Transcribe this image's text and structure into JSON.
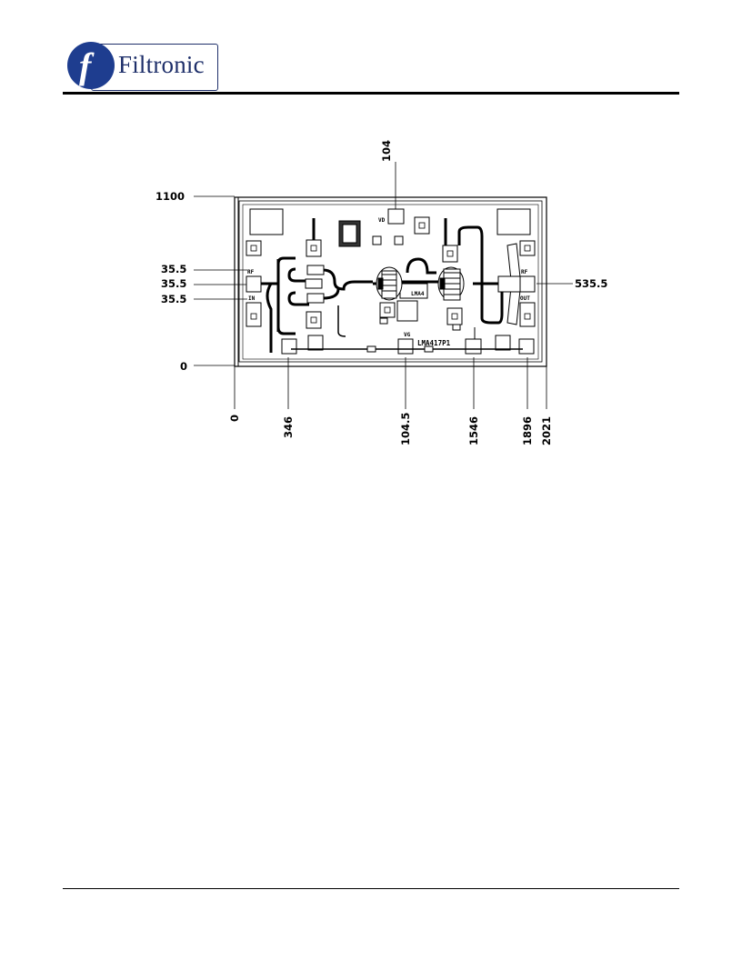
{
  "header": {
    "logo_mark": "f",
    "company": "Filtronic"
  },
  "dimensions": {
    "top_104": "104",
    "left_1100": "1100",
    "left_35_5_a": "35.5",
    "left_35_5_b": "35.5",
    "left_35_5_c": "35.5",
    "left_0": "0",
    "right_535_5": "535.5",
    "bottom_0": "0",
    "bottom_346": "346",
    "bottom_104_5": "104.5",
    "bottom_1546": "1546",
    "bottom_1896": "1896",
    "bottom_2021": "2021"
  },
  "chip_labels": {
    "vd_top": "VD",
    "rf_in_a": "RF",
    "rf_in_b": "IN",
    "rf_out_a": "RF",
    "rf_out_b": "OUT",
    "vg": "VG",
    "part_number": "LMA417P1",
    "mark": "LMA4"
  }
}
